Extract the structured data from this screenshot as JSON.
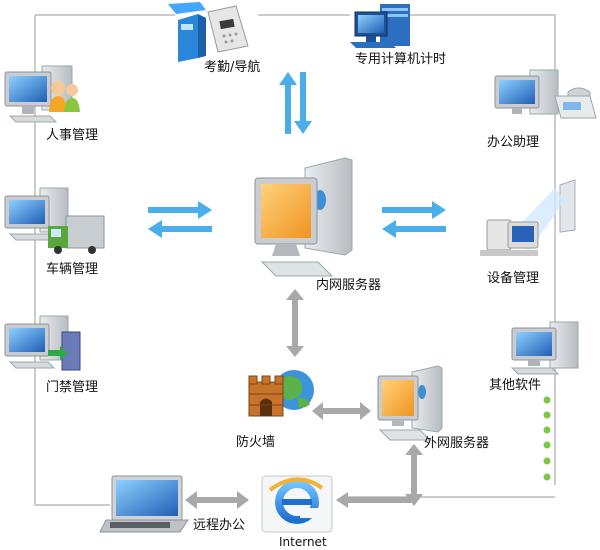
{
  "nodes": {
    "attendance": "考勤/导航",
    "dedicated": "专用计算机计时",
    "hr": "人事管理",
    "office": "办公助理",
    "vehicle": "车辆管理",
    "intranet_server": "内网服务器",
    "equipment": "设备管理",
    "access": "门禁管理",
    "other": "其他软件",
    "firewall": "防火墙",
    "extranet_server": "外网服务器",
    "remote": "远程办公",
    "internet": "Internet"
  },
  "colors": {
    "frame": "#bcbcbc",
    "blue_arrow": "#49aee9",
    "gray_arrow": "#a8a8a8",
    "monitor_bezel": "#c9ccd0",
    "screen_blue": "#2a62b8",
    "screen_orange": "#f2a232",
    "green_dots": "#7ac943"
  }
}
